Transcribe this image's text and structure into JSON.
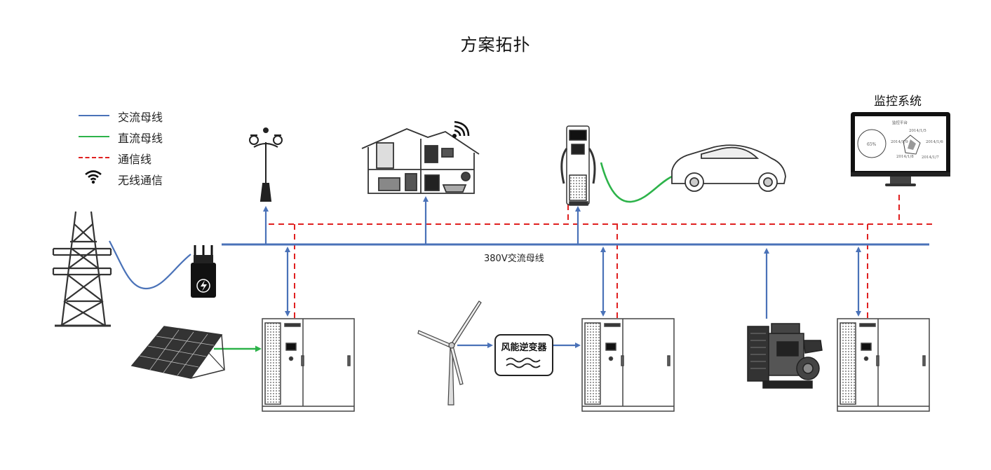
{
  "title": "方案拓扑",
  "legend": {
    "ac_bus": "交流母线",
    "dc_bus": "直流母线",
    "comm_line": "通信线",
    "wireless": "无线通信"
  },
  "bus_label": "380V交流母线",
  "monitor": {
    "title": "监控系统",
    "screen_header": "监控平台",
    "screen_dates": [
      "2014/1/5",
      "2014/1/9",
      "2014/1/6",
      "2014/1/8",
      "2014/1/7"
    ],
    "screen_percent": "65%"
  },
  "wind_inverter_label": "风能逆变器",
  "colors": {
    "ac_bus": "#4a72b8",
    "dc_bus": "#2db34a",
    "comm_line": "#e02020",
    "outline": "#333333"
  }
}
